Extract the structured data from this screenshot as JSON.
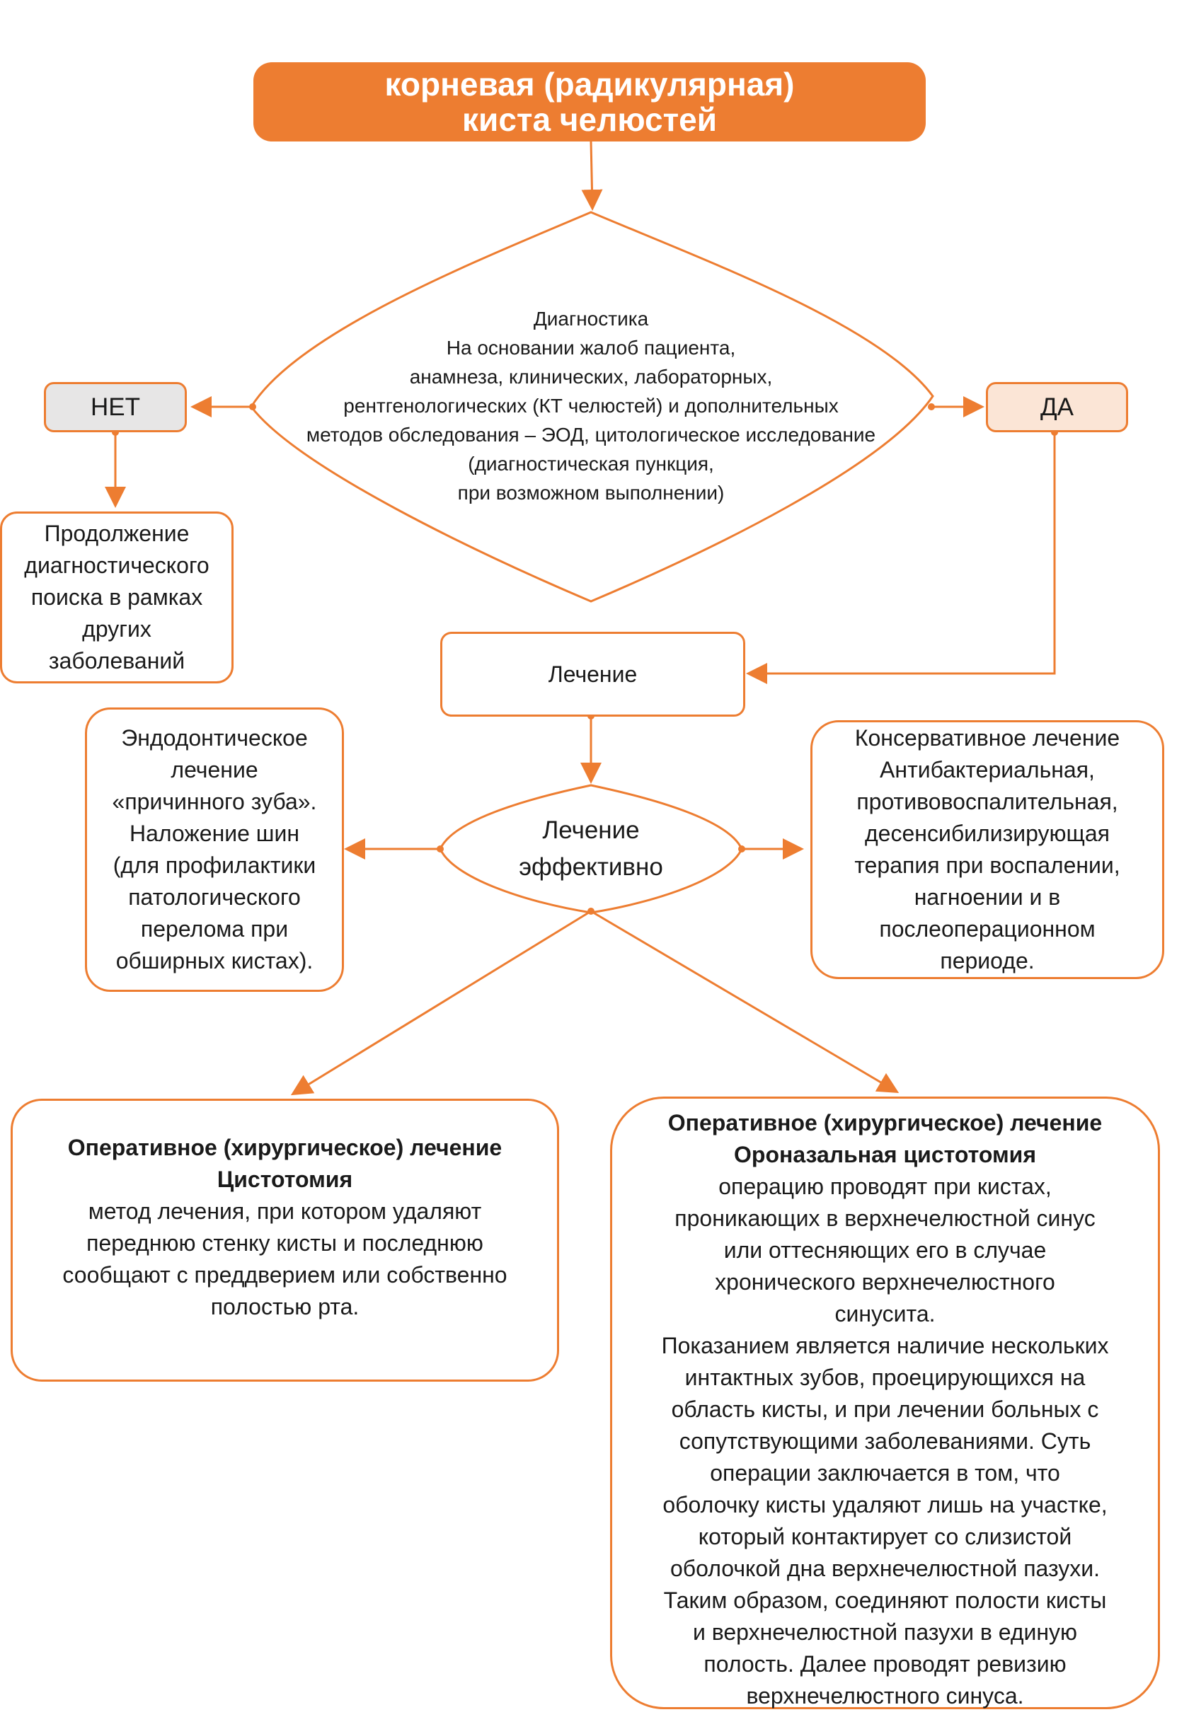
{
  "title": {
    "line1": "корневая (радикулярная)",
    "line2": "киста челюстей"
  },
  "diagnosis": {
    "lines": [
      "Диагностика",
      "На основании жалоб пациента,",
      "анамнеза, клинических, лабораторных,",
      "рентгенологических (КТ челюстей) и дополнительных",
      "методов обследования – ЭОД, цитологическое исследование",
      "(диагностическая пункция,",
      "при возможном выполнении)"
    ]
  },
  "no_label": "НЕТ",
  "yes_label": "ДА",
  "continue_search": {
    "lines": [
      "Продолжение",
      "диагностического",
      "поиска в рамках",
      "других",
      "заболеваний"
    ]
  },
  "treatment_label": "Лечение",
  "effective": {
    "lines": [
      "Лечение",
      "эффективно"
    ]
  },
  "endodontic": {
    "lines": [
      "Эндодонтическое",
      "лечение",
      "«причинного зуба».",
      "Наложение шин",
      "(для профилактики",
      "патологического",
      "перелома при",
      "обширных кистах)."
    ]
  },
  "conservative": {
    "lines": [
      "Консервативное лечение",
      "Антибактериальная,",
      "противовоспалительная,",
      "десенсибилизирующая",
      "терапия при воспалении,",
      "нагноении и в",
      "послеоперационном",
      "периоде."
    ]
  },
  "cystotomy": {
    "heading1": "Оперативное (хирургическое) лечение",
    "heading2": "Цистотомия",
    "lines": [
      "метод лечения, при котором удаляют",
      "переднюю стенку кисты и последнюю",
      "сообщают с преддверием или собственно",
      "полостью рта."
    ]
  },
  "oronasal": {
    "heading1": "Оперативное (хирургическое) лечение",
    "heading2": "Ороназальная цистотомия",
    "lines": [
      "операцию проводят при кистах,",
      "проникающих в верхнечелюстной синус",
      "или оттесняющих его в случае",
      "хронического верхнечелюстного",
      "синусита.",
      "Показанием является наличие нескольких",
      "интактных зубов, проецирующихся на",
      "область кисты, и при лечении больных с",
      "сопутствующими заболеваниями. Суть",
      "операции заключается в том, что",
      "оболочку кисты удаляют лишь на участке,",
      "который контактирует со слизистой",
      "оболочкой дна верхнечелюстной пазухи.",
      "Таким образом, соединяют полости кисты",
      "и верхнечелюстной пазухи в единую",
      "полость. Далее проводят ревизию",
      "верхнечелюстного синуса."
    ]
  },
  "colors": {
    "accent": "#ed7d31",
    "no_fill": "#e7e6e6",
    "yes_fill": "#fbe5d6",
    "text": "#1a1a1a"
  }
}
